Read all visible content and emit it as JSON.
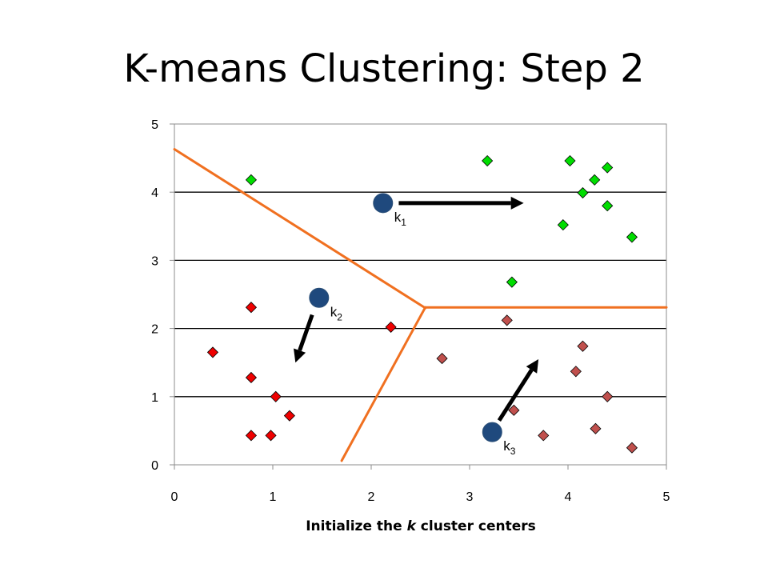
{
  "title": "K-means Clustering: Step 2",
  "caption": {
    "before": "Initialize the ",
    "italic": "k",
    "after": " cluster centers"
  },
  "chart_data": {
    "type": "scatter",
    "xlim": [
      0,
      5
    ],
    "ylim": [
      0,
      5
    ],
    "x_ticks": [
      "0",
      "1",
      "2",
      "3",
      "4",
      "5"
    ],
    "y_ticks": [
      "0",
      "1",
      "2",
      "3",
      "4",
      "5"
    ],
    "grid": "horizontal",
    "legend": "none",
    "series": [
      {
        "color": "#00dd00",
        "marker": "diamond",
        "points": [
          [
            0.78,
            4.18
          ],
          [
            3.18,
            4.46
          ],
          [
            4.02,
            4.46
          ],
          [
            4.27,
            4.18
          ],
          [
            4.4,
            4.36
          ],
          [
            4.15,
            3.99
          ],
          [
            4.4,
            3.8
          ],
          [
            3.95,
            3.52
          ],
          [
            4.65,
            3.34
          ],
          [
            3.43,
            2.68
          ]
        ]
      },
      {
        "color": "#ee0000",
        "marker": "diamond",
        "points": [
          [
            0.78,
            2.31
          ],
          [
            2.2,
            2.02
          ],
          [
            0.39,
            1.65
          ],
          [
            0.78,
            1.28
          ],
          [
            1.03,
            1.0
          ],
          [
            1.17,
            0.72
          ],
          [
            0.78,
            0.43
          ],
          [
            0.98,
            0.43
          ]
        ]
      },
      {
        "color": "#c0504d",
        "marker": "diamond",
        "points": [
          [
            3.38,
            2.12
          ],
          [
            2.72,
            1.56
          ],
          [
            4.15,
            1.74
          ],
          [
            4.08,
            1.37
          ],
          [
            4.4,
            1.0
          ],
          [
            3.45,
            0.8
          ],
          [
            3.75,
            0.43
          ],
          [
            4.28,
            0.53
          ],
          [
            4.65,
            0.25
          ]
        ]
      }
    ],
    "centroids": [
      {
        "label": "k",
        "sub": "1",
        "x": 2.12,
        "y": 3.84,
        "color": "#1f497d"
      },
      {
        "label": "k",
        "sub": "2",
        "x": 1.47,
        "y": 2.45,
        "color": "#1f497d"
      },
      {
        "label": "k",
        "sub": "3",
        "x": 3.23,
        "y": 0.48,
        "color": "#1f497d"
      }
    ],
    "arrows": [
      {
        "from": [
          2.28,
          3.84
        ],
        "to": [
          3.55,
          3.84
        ]
      },
      {
        "from": [
          1.4,
          2.2
        ],
        "to": [
          1.23,
          1.5
        ]
      },
      {
        "from": [
          3.3,
          0.65
        ],
        "to": [
          3.7,
          1.55
        ]
      }
    ],
    "boundaries": [
      {
        "color": "#f07020",
        "points": [
          [
            0.0,
            4.63
          ],
          [
            2.55,
            2.3
          ]
        ]
      },
      {
        "color": "#f07020",
        "points": [
          [
            2.55,
            2.31
          ],
          [
            5.0,
            2.31
          ]
        ]
      },
      {
        "color": "#f07020",
        "points": [
          [
            2.55,
            2.31
          ],
          [
            1.7,
            0.06
          ]
        ]
      }
    ]
  }
}
